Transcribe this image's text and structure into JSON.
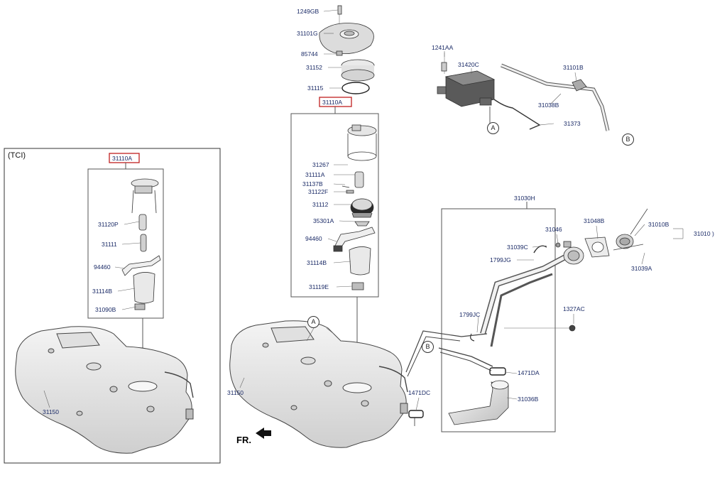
{
  "labels": {
    "p1249gb": "1249GB",
    "p31101g": "31101G",
    "p85744": "85744",
    "p31152": "31152",
    "p31115": "31115",
    "p31110a_main": "31110A",
    "p31267": "31267",
    "p31111a": "31111A",
    "p31137b": "31137B",
    "p31122f": "31122F",
    "p31112": "31112",
    "p35301a": "35301A",
    "p94460_main": "94460",
    "p31114b_main": "31114B",
    "p31119e": "31119E",
    "p1241aa": "1241AA",
    "p31420c": "31420C",
    "p31101b": "31101B",
    "p31038b": "31038B",
    "p31373": "31373",
    "p31030h": "31030H",
    "p31046": "31046",
    "p31048b": "31048B",
    "p31010b": "31010B",
    "p31010": "31010 )",
    "p31039c": "31039C",
    "p1799jg": "1799JG",
    "p31039a": "31039A",
    "p1327ac": "1327AC",
    "p1799jc": "1799JC",
    "p1471da": "1471DA",
    "p31036b": "31036B",
    "p1471dc": "1471DC",
    "p31150_main": "31150",
    "tci_header": "(TCI)",
    "p31110a_tci": "31110A",
    "p31120p": "31120P",
    "p31111": "31111",
    "p94460_tci": "94460",
    "p31114b_tci": "31114B",
    "p31090b": "31090B",
    "p31150_tci": "31150",
    "front_marker": "FR.",
    "callout_a": "A",
    "callout_b": "B"
  }
}
